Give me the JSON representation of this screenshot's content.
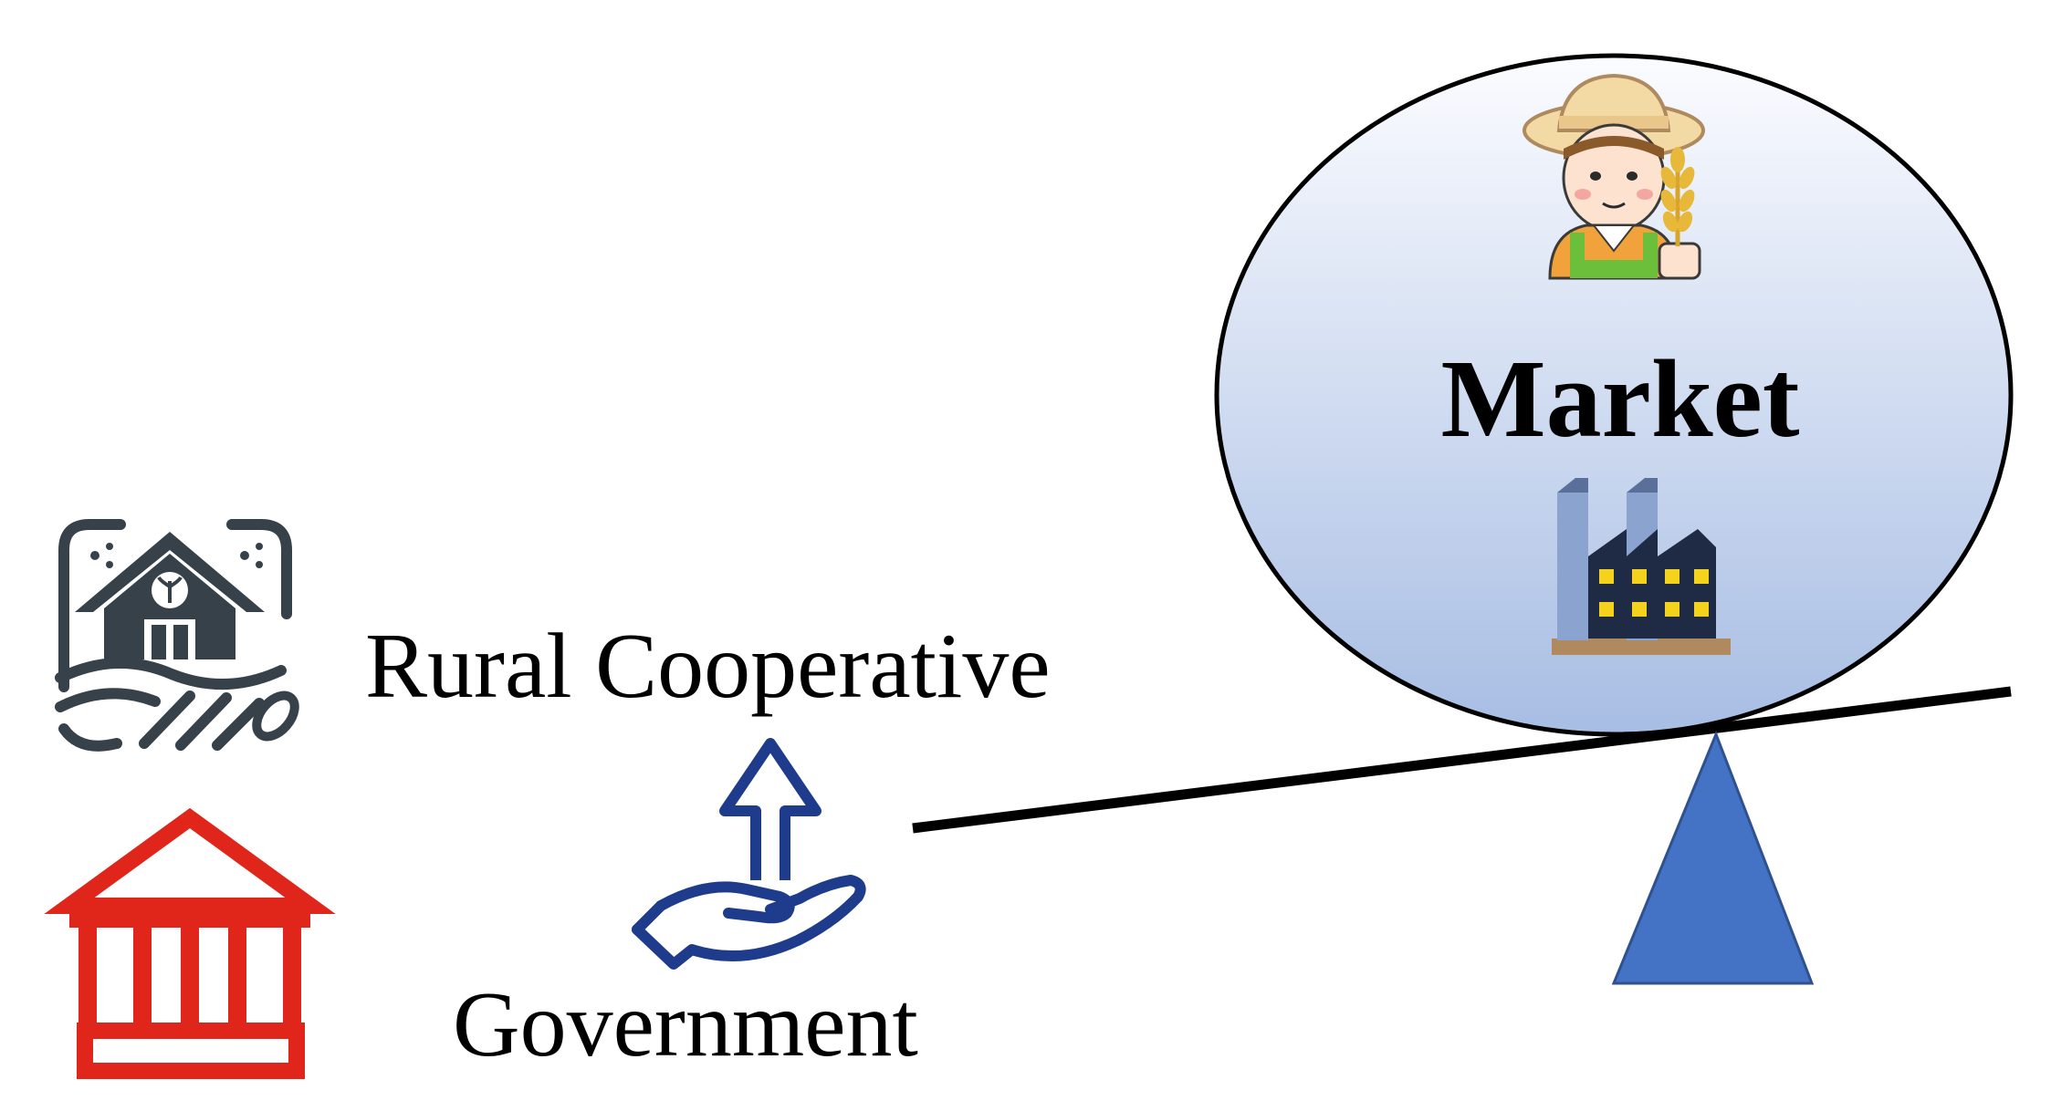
{
  "market": {
    "label": "Market"
  },
  "cooperative": {
    "label": "Rural Cooperative"
  },
  "government": {
    "label": "Government"
  },
  "icons": {
    "market_farmer": "farmer-icon",
    "market_factory": "factory-icon",
    "cooperative": "rural-cooperative-farmhouse-icon",
    "government": "government-building-icon",
    "support": "hand-support-arrow-icon"
  },
  "colors": {
    "market_gradient_top": "#fbfcff",
    "market_gradient_bottom": "#a7bde3",
    "fulcrum": "#4472c4",
    "government": "#e0251b",
    "support": "#1f3b8c",
    "farmhouse": "#37414a",
    "factory_wall": "#8aa4cf",
    "factory_dark": "#1f2a45",
    "factory_window": "#f5d21c",
    "factory_base": "#b08a5f"
  }
}
